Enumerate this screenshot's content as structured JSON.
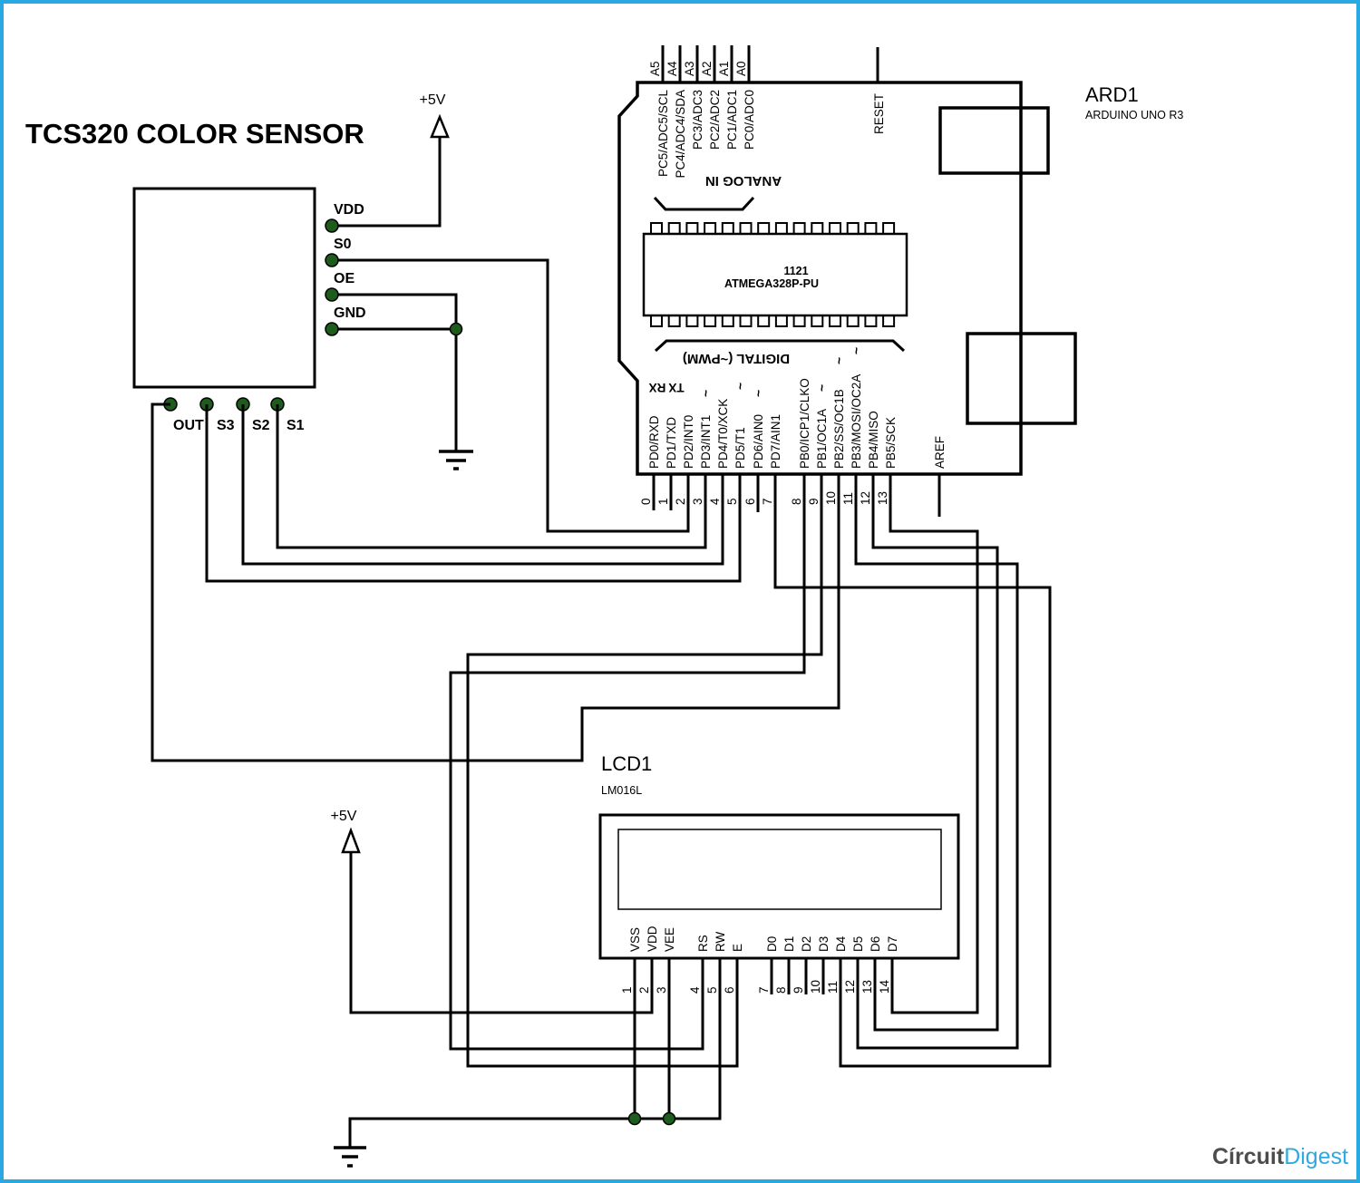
{
  "title": "TCS320 COLOR SENSOR",
  "colors": {
    "frame_border": "#29A9E1",
    "wire": "#000000",
    "pin_dot_fill": "#1D5C1D",
    "logo_gray": "#4D4D4D",
    "logo_blue": "#2FA9E1"
  },
  "power": {
    "vcc": "+5V"
  },
  "sensor": {
    "pins_right": [
      "VDD",
      "S0",
      "OE",
      "GND"
    ],
    "pins_bottom": [
      "OUT",
      "S3",
      "S2",
      "S1"
    ]
  },
  "arduino": {
    "designator": "ARD1",
    "part": "ARDUINO UNO R3",
    "analog_pins": [
      "A5",
      "A4",
      "A3",
      "A2",
      "A1",
      "A0"
    ],
    "analog_ports": [
      "PC5/ADC5/SCL",
      "PC4/ADC4/SDA",
      "PC3/ADC3",
      "PC2/ADC2",
      "PC1/ADC1",
      "PC0/ADC0"
    ],
    "digital_ports": [
      "PD0/RXD",
      "PD1/TXD",
      "PD2/INT0",
      "PD3/INT1",
      "PD4/T0/XCK",
      "PD5/T1",
      "PD6/AIN0",
      "PD7/AIN1",
      "PB0/ICP1/CLKO",
      "PB1/OC1A",
      "PB2/SS/OC1B",
      "PB3/MOSI/OC2A",
      "PB4/MISO",
      "PB5/SCK"
    ],
    "digital_numbers": [
      "0",
      "1",
      "2",
      "3",
      "4",
      "5",
      "6",
      "7",
      "8",
      "9",
      "10",
      "11",
      "12",
      "13"
    ],
    "labels": {
      "analog_in": "ANALOG IN",
      "digital": "DIGITAL (~PWM)",
      "rx": "RX",
      "tx": "TX",
      "reset": "RESET",
      "aref": "AREF",
      "pwm_tilde": "~"
    },
    "chip": {
      "marking": "1121",
      "part": "ATMEGA328P-PU"
    }
  },
  "lcd": {
    "designator": "LCD1",
    "part": "LM016L",
    "pin_names": [
      "VSS",
      "VDD",
      "VEE",
      "RS",
      "RW",
      "E",
      "D0",
      "D1",
      "D2",
      "D3",
      "D4",
      "D5",
      "D6",
      "D7"
    ],
    "pin_numbers": [
      "1",
      "2",
      "3",
      "4",
      "5",
      "6",
      "7",
      "8",
      "9",
      "10",
      "11",
      "12",
      "13",
      "14"
    ]
  },
  "logo": {
    "part1": "Círcuit",
    "part2": "Digest"
  },
  "connections": [
    {
      "from": "TCS320.VDD",
      "to": "+5V"
    },
    {
      "from": "TCS320.S0",
      "to": "ARD1.2"
    },
    {
      "from": "TCS320.OE",
      "to": "GND"
    },
    {
      "from": "TCS320.GND",
      "to": "GND"
    },
    {
      "from": "TCS320.S1",
      "to": "ARD1.3"
    },
    {
      "from": "TCS320.S2",
      "to": "ARD1.4"
    },
    {
      "from": "TCS320.S3",
      "to": "ARD1.5"
    },
    {
      "from": "TCS320.OUT",
      "to": "ARD1.10"
    },
    {
      "from": "ARD1.7",
      "to": "LCD1.D4"
    },
    {
      "from": "ARD1.8",
      "to": "LCD1.RS"
    },
    {
      "from": "ARD1.9",
      "to": "LCD1.E"
    },
    {
      "from": "ARD1.11",
      "to": "LCD1.D5"
    },
    {
      "from": "ARD1.12",
      "to": "LCD1.D6"
    },
    {
      "from": "ARD1.13",
      "to": "LCD1.D7"
    },
    {
      "from": "LCD1.VDD",
      "to": "+5V"
    },
    {
      "from": "LCD1.VSS",
      "to": "GND"
    },
    {
      "from": "LCD1.VEE",
      "to": "GND"
    },
    {
      "from": "LCD1.RW",
      "to": "GND"
    }
  ]
}
